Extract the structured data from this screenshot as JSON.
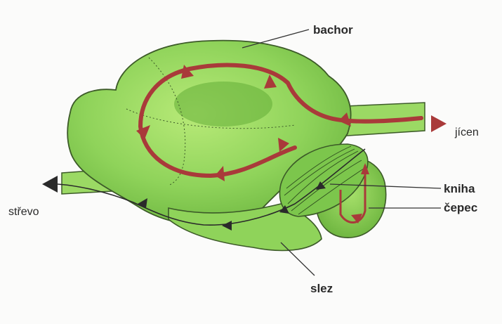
{
  "labels": {
    "bachor": "bachor",
    "jicen": "jícen",
    "kniha": "kniha",
    "cepec": "čepec",
    "strevo": "střevo",
    "slez": "slez"
  },
  "colors": {
    "stomach_fill": "#8fd35a",
    "stomach_light": "#b9ea7d",
    "stomach_outline": "#3c5a28",
    "flow_arrow": "#a93a3a",
    "leader_line": "#333333"
  }
}
